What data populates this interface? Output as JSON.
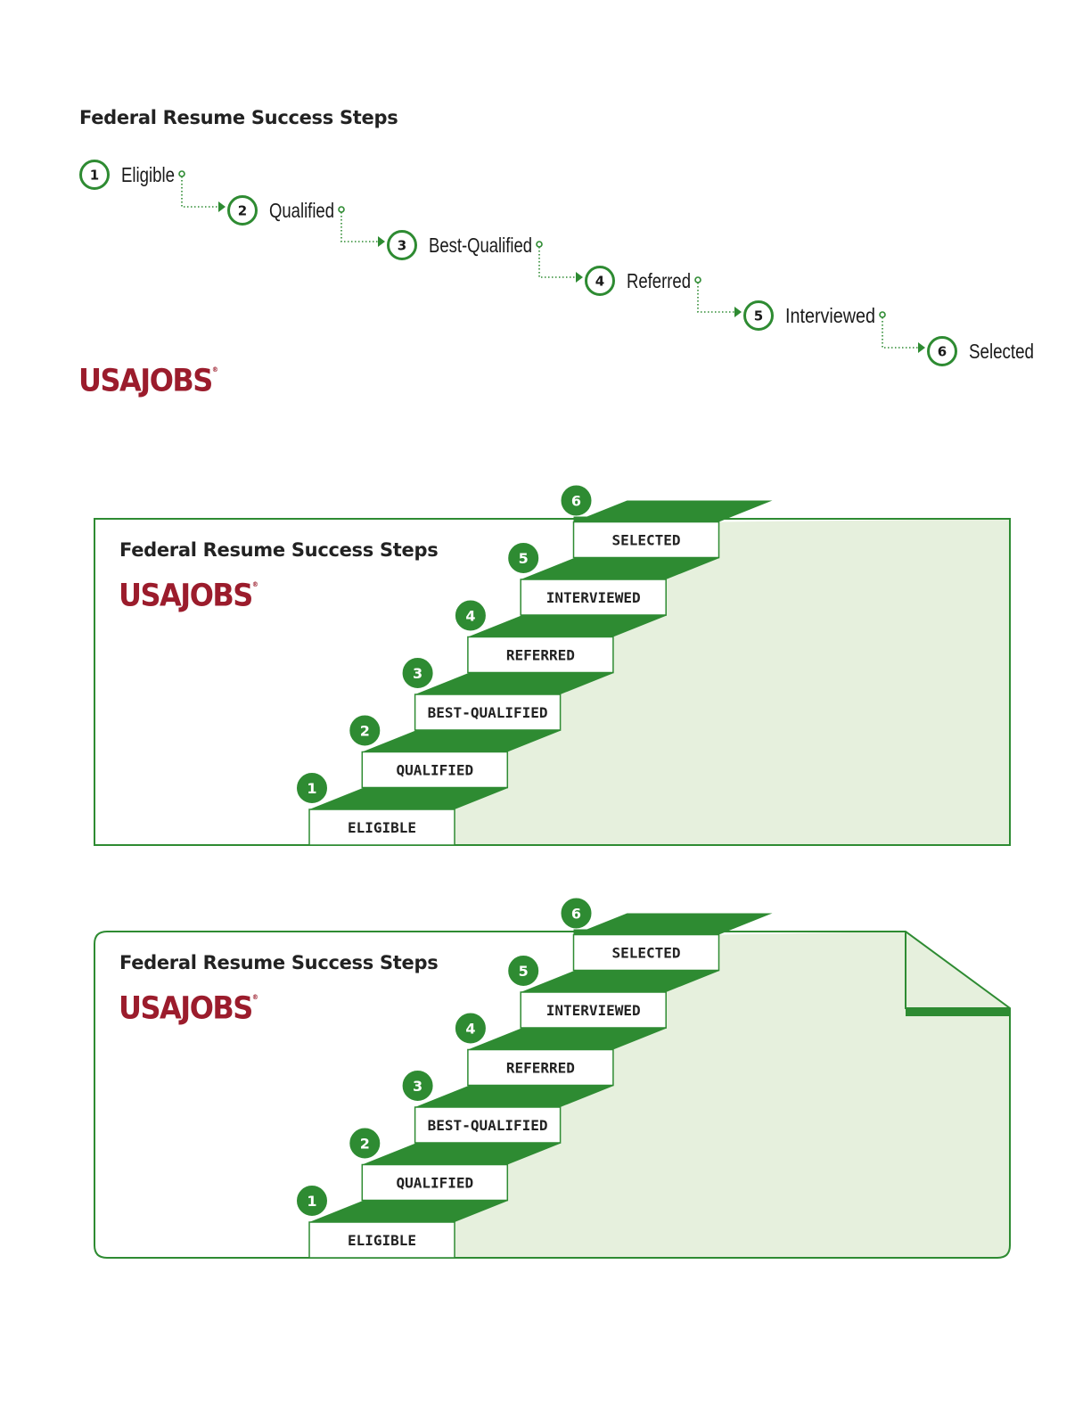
{
  "colors": {
    "green": "#2e8b32",
    "light_green": "#e6f0dd",
    "brand_red": "#9b1c2c",
    "text": "#222222"
  },
  "flow": {
    "title": "Federal Resume Success Steps",
    "logo": "USAJOBS",
    "steps": [
      {
        "num": "1",
        "label": "Eligible"
      },
      {
        "num": "2",
        "label": "Qualified"
      },
      {
        "num": "3",
        "label": "Best-Qualified"
      },
      {
        "num": "4",
        "label": "Referred"
      },
      {
        "num": "5",
        "label": "Interviewed"
      },
      {
        "num": "6",
        "label": "Selected"
      }
    ]
  },
  "staircase_cards": [
    {
      "variant": "square",
      "title": "Federal Resume Success Steps",
      "logo": "USAJOBS",
      "steps": [
        {
          "num": "1",
          "label": "ELIGIBLE"
        },
        {
          "num": "2",
          "label": "QUALIFIED"
        },
        {
          "num": "3",
          "label": "BEST-QUALIFIED"
        },
        {
          "num": "4",
          "label": "REFERRED"
        },
        {
          "num": "5",
          "label": "INTERVIEWED"
        },
        {
          "num": "6",
          "label": "SELECTED"
        }
      ]
    },
    {
      "variant": "folded-corner",
      "title": "Federal Resume Success Steps",
      "logo": "USAJOBS",
      "steps": [
        {
          "num": "1",
          "label": "ELIGIBLE"
        },
        {
          "num": "2",
          "label": "QUALIFIED"
        },
        {
          "num": "3",
          "label": "BEST-QUALIFIED"
        },
        {
          "num": "4",
          "label": "REFERRED"
        },
        {
          "num": "5",
          "label": "INTERVIEWED"
        },
        {
          "num": "6",
          "label": "SELECTED"
        }
      ]
    }
  ]
}
